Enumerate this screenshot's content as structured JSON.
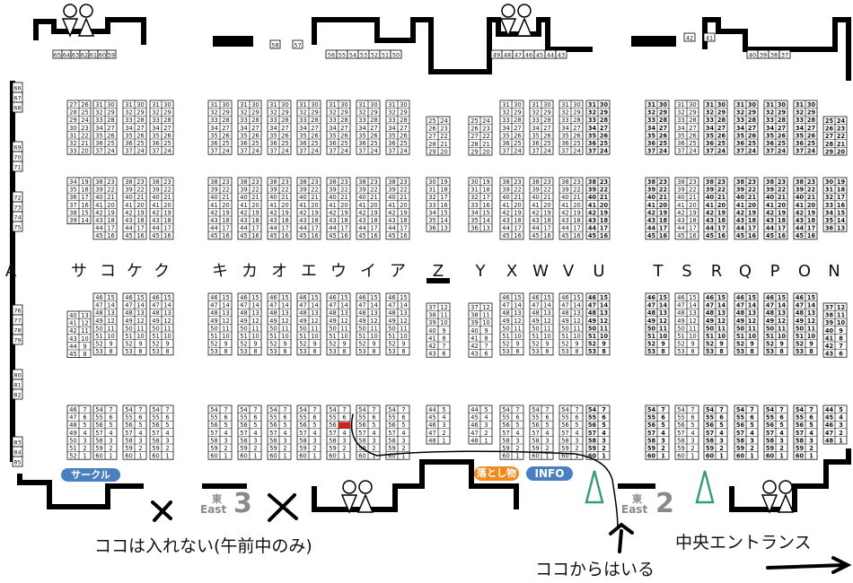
{
  "colors": {
    "wall": "#000000",
    "booth_border": "#111111",
    "tag_blue": "#4a80c0",
    "tag_orange": "#f08a1c",
    "teal": "#3a9a80",
    "gray": "#8a8a8a",
    "red": "#d02020"
  },
  "tags": {
    "circle": "サークル",
    "lost": "落とし物",
    "info": "INFO"
  },
  "halls": {
    "left": {
      "kanji": "東",
      "name": "East",
      "number": "3"
    },
    "right": {
      "kanji": "東",
      "name": "East",
      "number": "2"
    }
  },
  "annotations": {
    "no_entry": "ココは入れない(午前中のみ)",
    "enter_here": "ココからはいる",
    "central_entrance": "中央エントランス"
  },
  "wall_labels": {
    "top_left": [
      "65",
      "64",
      "63",
      "62",
      "61",
      "60",
      "59"
    ],
    "top_pillars": [
      "58",
      "57"
    ],
    "top_mid": [
      "56",
      "55",
      "54",
      "53",
      "52",
      "51",
      "50"
    ],
    "top_right1": [
      "49",
      "48",
      "47",
      "46",
      "45",
      "44",
      "43"
    ],
    "top_pillars2": [
      "42",
      "41"
    ],
    "top_right2": [
      "40",
      "39",
      "38",
      "37"
    ],
    "left_groups": [
      [
        "66",
        "67",
        "68"
      ],
      [
        "69",
        "70",
        "71"
      ],
      [
        "72",
        "73",
        "74",
        "75"
      ],
      [
        "76",
        "77",
        "78",
        "79"
      ],
      [
        "80",
        "81",
        "82"
      ],
      [
        "83",
        "84",
        "85"
      ]
    ]
  },
  "aisle_letters": [
    "A",
    "サ",
    "コ",
    "ケ",
    "ク",
    "キ",
    "カ",
    "オ",
    "エ",
    "ウ",
    "イ",
    "ア",
    "Z",
    "Y",
    "X",
    "W",
    "V",
    "U",
    "T",
    "S",
    "R",
    "Q",
    "P",
    "O",
    "N"
  ],
  "block_numbers": {
    "full_top": [
      [
        "31",
        "30"
      ],
      [
        "32",
        "29"
      ],
      [
        "33",
        "28"
      ],
      [
        "34",
        "27"
      ],
      [
        "35",
        "26"
      ],
      [
        "36",
        "25"
      ],
      [
        "37",
        "24"
      ]
    ],
    "left_top": [
      [
        "27",
        "26"
      ],
      [
        "28",
        "25"
      ],
      [
        "29",
        "24"
      ],
      [
        "30",
        "23"
      ],
      [
        "31",
        "22"
      ],
      [
        "32",
        "21"
      ],
      [
        "33",
        "20"
      ]
    ],
    "short_top": [
      [
        "25",
        "24"
      ],
      [
        "26",
        "23"
      ],
      [
        "27",
        "22"
      ],
      [
        "28",
        "21"
      ],
      [
        "29",
        "20"
      ]
    ],
    "full_2": [
      [
        "38",
        "23"
      ],
      [
        "39",
        "22"
      ],
      [
        "40",
        "21"
      ],
      [
        "41",
        "20"
      ],
      [
        "42",
        "19"
      ],
      [
        "43",
        "18"
      ],
      [
        "44",
        "17"
      ],
      [
        "45",
        "16"
      ]
    ],
    "left_2": [
      [
        "34",
        "19"
      ],
      [
        "35",
        "18"
      ],
      [
        "36",
        "17"
      ],
      [
        "37",
        "16"
      ],
      [
        "38",
        "15"
      ],
      [
        "39",
        "14"
      ]
    ],
    "short_2": [
      [
        "30",
        "19"
      ],
      [
        "31",
        "18"
      ],
      [
        "32",
        "17"
      ],
      [
        "33",
        "16"
      ],
      [
        "34",
        "15"
      ],
      [
        "35",
        "14"
      ],
      [
        "36",
        "13"
      ]
    ],
    "full_3": [
      [
        "46",
        "15"
      ],
      [
        "47",
        "14"
      ],
      [
        "48",
        "13"
      ],
      [
        "49",
        "12"
      ],
      [
        "50",
        "11"
      ],
      [
        "51",
        "10"
      ],
      [
        "52",
        "9"
      ],
      [
        "53",
        "8"
      ]
    ],
    "left_3": [
      [
        "40",
        "13"
      ],
      [
        "41",
        "12"
      ],
      [
        "42",
        "11"
      ],
      [
        "43",
        "10"
      ],
      [
        "44",
        "9"
      ],
      [
        "45",
        "8"
      ]
    ],
    "short_3": [
      [
        "37",
        "12"
      ],
      [
        "38",
        "11"
      ],
      [
        "39",
        "10"
      ],
      [
        "40",
        "9"
      ],
      [
        "41",
        "8"
      ],
      [
        "42",
        "7"
      ],
      [
        "43",
        "6"
      ]
    ],
    "full_4": [
      [
        "54",
        "7"
      ],
      [
        "55",
        "6"
      ],
      [
        "56",
        "5"
      ],
      [
        "57",
        "4"
      ],
      [
        "58",
        "3"
      ],
      [
        "59",
        "2"
      ],
      [
        "60",
        "1"
      ]
    ],
    "left_4": [
      [
        "46",
        "7"
      ],
      [
        "47",
        "6"
      ],
      [
        "48",
        "5"
      ],
      [
        "49",
        "4"
      ],
      [
        "50",
        "3"
      ],
      [
        "51",
        "2"
      ],
      [
        "52",
        "1"
      ]
    ],
    "short_4": [
      [
        "44",
        "5"
      ],
      [
        "45",
        "4"
      ],
      [
        "46",
        "3"
      ],
      [
        "47",
        "2"
      ],
      [
        "48",
        "1"
      ]
    ]
  },
  "highlight": {
    "column": "ウ",
    "row": "56",
    "side": "right"
  }
}
